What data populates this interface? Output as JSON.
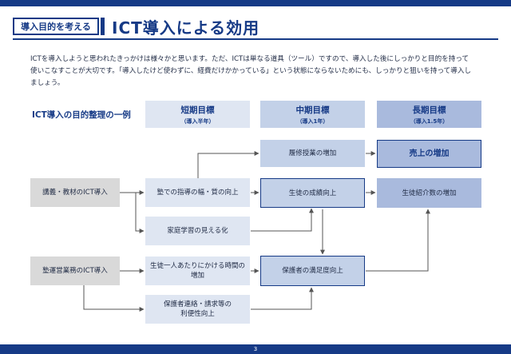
{
  "header": {
    "tag": "導入目的を考える",
    "title": "ICT導入による効用"
  },
  "intro": [
    "ICTを導入しようと思われたきっかけは様々かと思います。ただ、ICTは単なる道具（ツール）ですので、導入した後にしっかりと目的を持って",
    "使いこなすことが大切です。「導入したけど使わずに、経費だけかかっている」という状態にならないためにも、しっかりと狙いを持って導入し",
    "ましょう。"
  ],
  "diagram": {
    "subtitle": "ICT導入の目的整理の一例",
    "headers": {
      "short": {
        "title": "短期目標",
        "sub": "（導入半年）"
      },
      "mid": {
        "title": "中期目標",
        "sub": "（導入1年）"
      },
      "long": {
        "title": "長期目標",
        "sub": "（導入1.5年）"
      }
    },
    "sources": {
      "teaching": "講義・教材のICT導入",
      "operations": "塾運営業務のICT導入"
    },
    "short": {
      "instruction": "塾での指導の幅・質の向上",
      "home_study": "家庭学習の見える化",
      "time_per_student": [
        "生徒一人あたりにかける時間の",
        "増加"
      ],
      "parent_contact": [
        "保護者連絡・請求等の",
        "利便性向上"
      ]
    },
    "mid": {
      "classes": "履修授業の増加",
      "grades": "生徒の成績向上",
      "satisfaction": "保護者の満足度向上"
    },
    "long": {
      "sales": "売上の増加",
      "referrals": "生徒紹介数の増加"
    }
  },
  "footer": {
    "page": "3"
  }
}
